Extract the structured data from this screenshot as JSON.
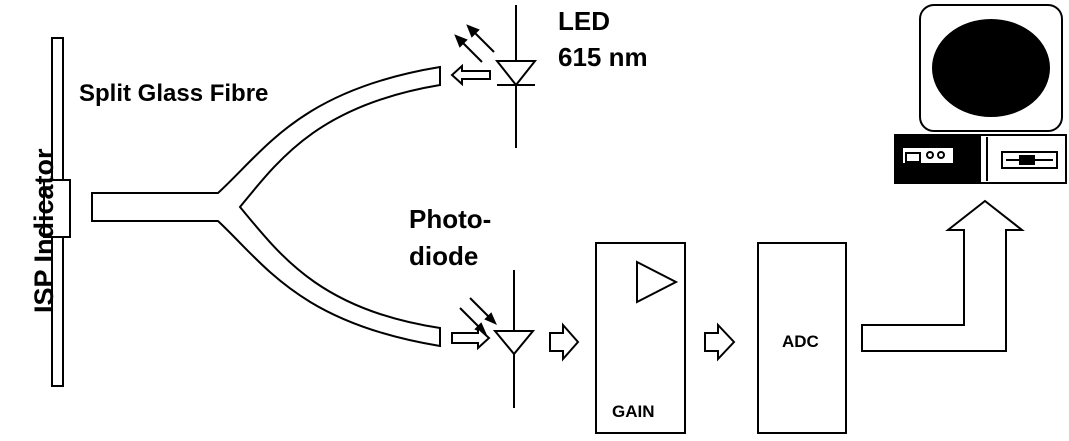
{
  "labels": {
    "isp_indicator": "ISP Indicator",
    "split_glass_fibre": "Split Glass Fibre",
    "led_line1": "LED",
    "led_line2": "615 nm",
    "photodiode_line1": "Photo-",
    "photodiode_line2": "diode",
    "gain": "GAIN",
    "adc": "ADC"
  },
  "colors": {
    "stroke": "#000000",
    "background": "#ffffff",
    "screen": "#000000"
  }
}
